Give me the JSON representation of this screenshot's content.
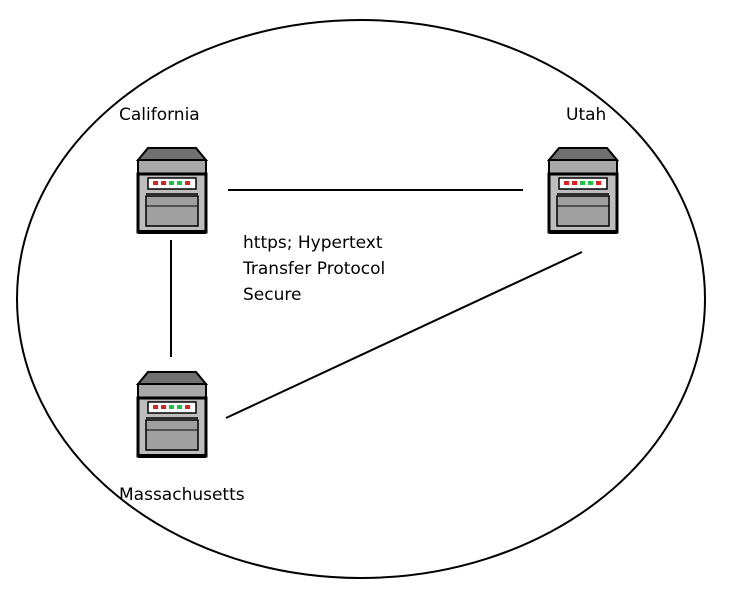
{
  "nodes": [
    {
      "id": "california",
      "label": "California"
    },
    {
      "id": "utah",
      "label": "Utah"
    },
    {
      "id": "massachusetts",
      "label": "Massachusetts"
    }
  ],
  "connection_label_lines": [
    "https; Hypertext",
    "Transfer Protocol",
    "Secure"
  ],
  "colors": {
    "stroke": "#000000",
    "background": "#ffffff",
    "server_light": "#c8c8c8",
    "server_mid": "#a8a8a8",
    "server_dark": "#707070",
    "led_red": "#e02020",
    "led_green": "#20c040"
  },
  "icons": {
    "server": "server-icon"
  }
}
